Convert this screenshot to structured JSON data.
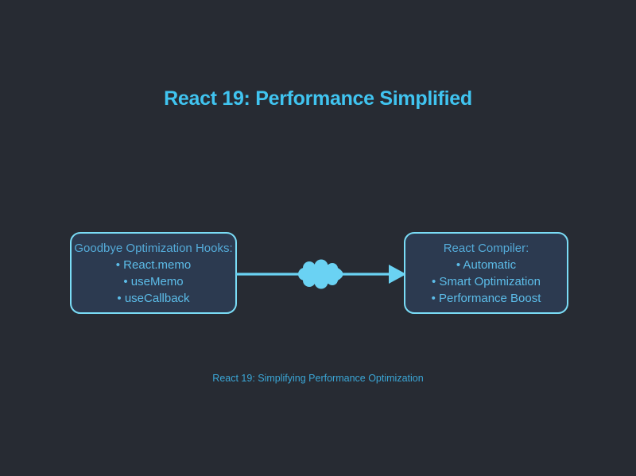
{
  "page": {
    "title": "React 19: Performance Simplified",
    "caption": "React 19: Simplifying Performance Optimization"
  },
  "colors": {
    "background": "#272b33",
    "node_fill": "#2c3a50",
    "node_border": "#7adcf6",
    "node_title_text": "#54abd9",
    "node_item_text": "#5cbde9",
    "arrow": "#6ad2f3",
    "title_text": "#40c4f0",
    "caption_text": "#3ba6d6"
  },
  "diagram": {
    "left_box": {
      "title": "Goodbye Optimization Hooks:",
      "items": [
        "• React.memo",
        "• useMemo",
        "• useCallback"
      ]
    },
    "right_box": {
      "title": "React Compiler:",
      "items": [
        "• Automatic",
        "• Smart Optimization",
        "• Performance Boost"
      ]
    },
    "connector": "arrow-right"
  }
}
